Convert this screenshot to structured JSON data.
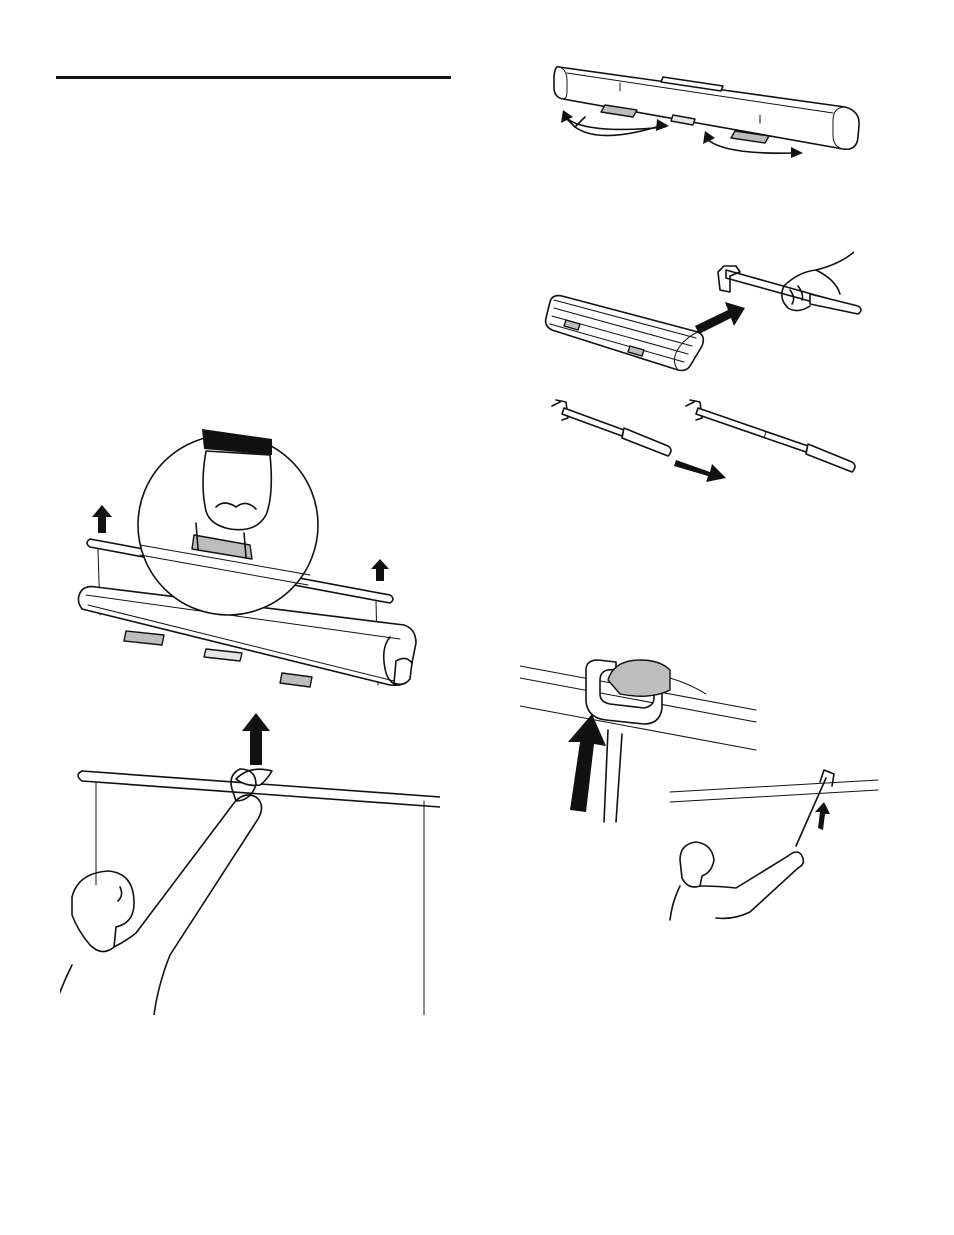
{
  "page": {
    "background": "#ffffff",
    "ink": "#111111"
  },
  "figures": {
    "section_rule": {
      "icon": "horizontal-rule"
    },
    "case_legs": {
      "icon": "projector-screen-case-legs-rotating"
    },
    "pole_extraction": {
      "icon": "telescopic-pole-removal"
    },
    "screen_lift": {
      "icon": "screen-raise-with-handle"
    },
    "pole_hook": {
      "icon": "pole-hook-attachment"
    }
  }
}
